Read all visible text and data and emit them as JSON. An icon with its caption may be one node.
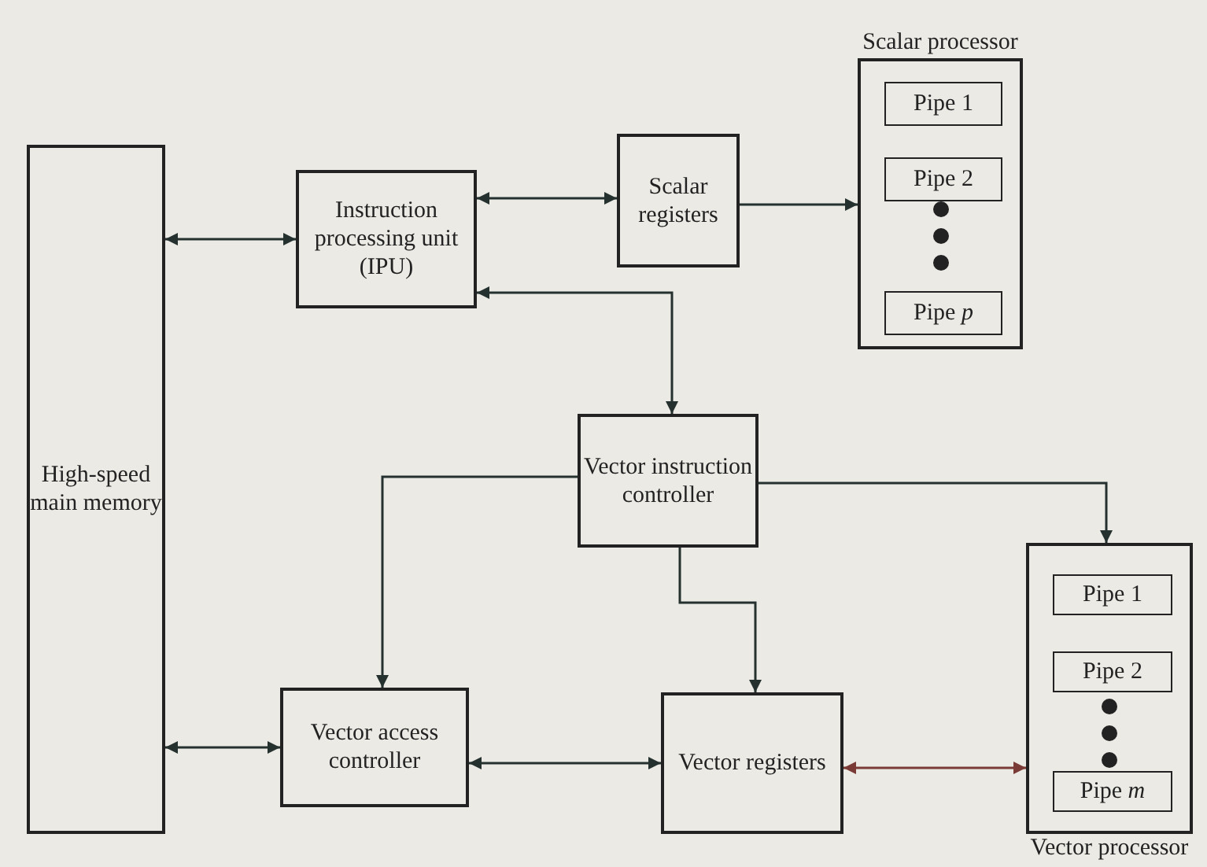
{
  "diagram": {
    "nodes": [
      {
        "text": [
          "High-speed main memory"
        ]
      },
      {
        "text": [
          "Instruction processing unit (IPU)"
        ]
      },
      {
        "text": [
          "Scalar registers"
        ]
      },
      {
        "text": [
          "Scalar processor"
        ]
      },
      {
        "text": [
          "Pipe 1"
        ],
        "in": 3
      },
      {
        "text": [
          "Pipe 2"
        ],
        "in": 3
      },
      {
        "text": [
          "Pipe *p*"
        ],
        "in": 3
      },
      {
        "text": [
          "Vector instruction controller"
        ]
      },
      {
        "text": [
          "Vector access controller"
        ]
      },
      {
        "text": [
          "Vector registers"
        ]
      },
      {
        "text": [
          "Vector processor"
        ]
      },
      {
        "text": [
          "Pipe 1"
        ],
        "in": 10
      },
      {
        "text": [
          "Pipe 2"
        ],
        "in": 10
      },
      {
        "text": [
          "Pipe *m*"
        ],
        "in": 10
      }
    ],
    "edges": [
      {
        "from": 0,
        "to": 1,
        "arrow": "both"
      },
      {
        "from": 1,
        "to": 2,
        "arrow": "both"
      },
      {
        "from": 2,
        "to": 3,
        "arrow": "to"
      },
      {
        "from": 7,
        "to": 1,
        "arrow": "both"
      },
      {
        "from": 7,
        "to": 8,
        "arrow": "to"
      },
      {
        "from": 7,
        "to": 9,
        "arrow": "to"
      },
      {
        "from": 7,
        "to": 10,
        "arrow": "to"
      },
      {
        "from": 0,
        "to": 8,
        "arrow": "both"
      },
      {
        "from": 8,
        "to": 9,
        "arrow": "both"
      },
      {
        "from": 9,
        "to": 10,
        "arrow": "both",
        "color": "#7a3a36"
      }
    ]
  }
}
